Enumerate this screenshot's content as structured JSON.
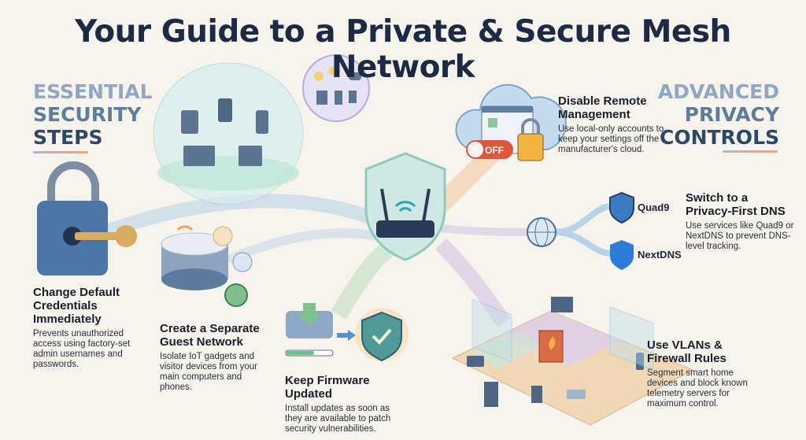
{
  "title": "Your Guide to a Private & Secure Mesh Network",
  "left_section": {
    "lines": [
      "ESSENTIAL",
      "SECURITY",
      "STEPS"
    ]
  },
  "right_section": {
    "lines": [
      "ADVANCED",
      "PRIVACY",
      "CONTROLS"
    ]
  },
  "steps": [
    {
      "heading": "Change Default Credentials Immediately",
      "body": "Prevents unauthorized access using factory-set admin usernames and passwords."
    },
    {
      "heading": "Create a Separate Guest Network",
      "body": "Isolate IoT gadgets and visitor devices from your main computers and phones."
    },
    {
      "heading": "Keep Firmware Updated",
      "body": "Install updates as soon as they are available to patch security vulnerabilities."
    },
    {
      "heading": "Disable Remote Management",
      "body": "Use local-only accounts to keep your settings off the manufacturer's cloud."
    },
    {
      "heading": "Switch to a Privacy-First DNS",
      "body": "Use services like Quad9 or NextDNS to prevent DNS-level tracking."
    },
    {
      "heading": "Use VLANs & Firewall Rules",
      "body": "Segment smart home devices and block known telemetry servers for maximum control."
    }
  ],
  "toggle_label": "OFF",
  "dns_providers": [
    "Quad9",
    "NextDNS"
  ],
  "firmware_progress": 0.6
}
